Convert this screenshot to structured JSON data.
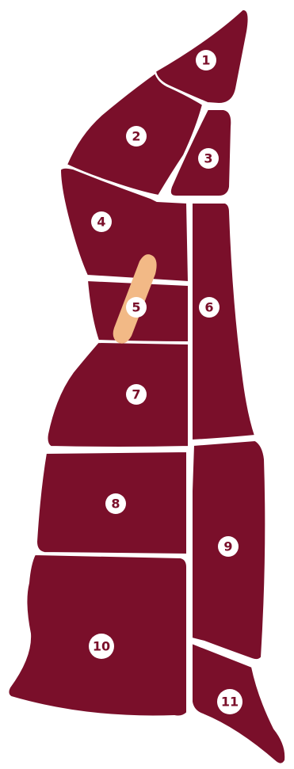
{
  "colors": {
    "meat": "#7a0f2a",
    "fat": "#f2b986",
    "badge_text": "#7a0f2a"
  },
  "cuts": [
    {
      "id": "cut-1",
      "label": "1"
    },
    {
      "id": "cut-2",
      "label": "2"
    },
    {
      "id": "cut-3",
      "label": "3"
    },
    {
      "id": "cut-4",
      "label": "4"
    },
    {
      "id": "cut-5",
      "label": "5"
    },
    {
      "id": "cut-6",
      "label": "6"
    },
    {
      "id": "cut-7",
      "label": "7"
    },
    {
      "id": "cut-8",
      "label": "8"
    },
    {
      "id": "cut-9",
      "label": "9"
    },
    {
      "id": "cut-10",
      "label": "10"
    },
    {
      "id": "cut-11",
      "label": "11"
    }
  ]
}
